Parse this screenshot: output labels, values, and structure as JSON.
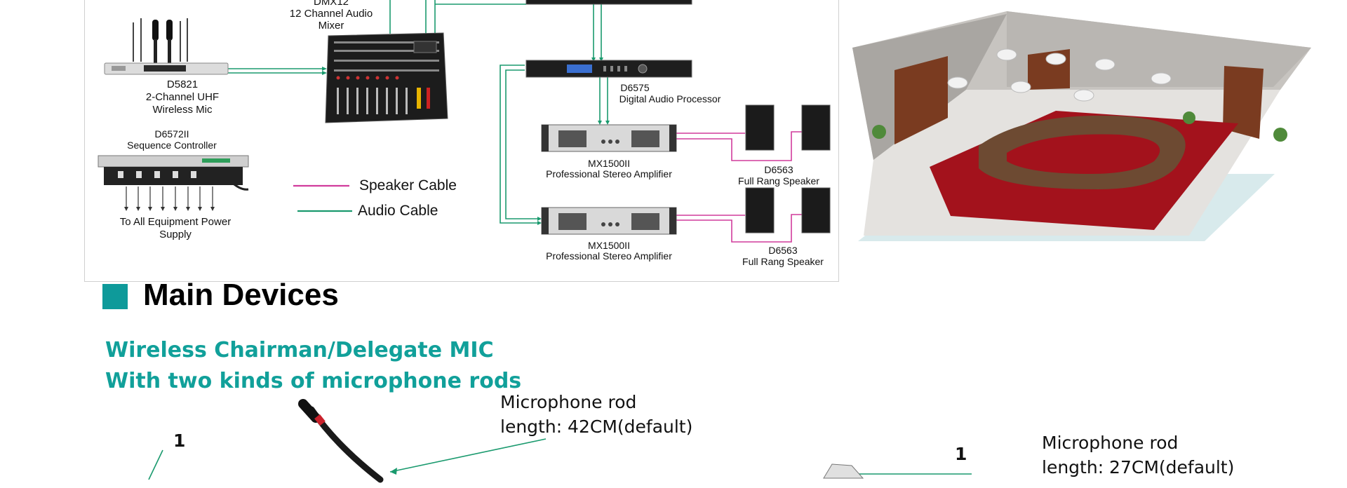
{
  "diagram": {
    "mixer_model": "DMX12",
    "mixer_desc_1": "12 Channel  Audio",
    "mixer_desc_2": "Mixer",
    "wireless_model": "D5821",
    "wireless_desc_1": "2-Channel UHF",
    "wireless_desc_2": "Wireless Mic",
    "sequencer_model": "D6572II",
    "sequencer_desc": "Sequence Controller",
    "power_desc_1": "To All Equipment Power",
    "power_desc_2": "Supply",
    "processor_model": "D6575",
    "processor_desc": "Digital Audio Processor",
    "amp1_model": "MX1500II",
    "amp1_desc": "Professional Stereo Amplifier",
    "amp2_model": "MX1500II",
    "amp2_desc": "Professional Stereo Amplifier",
    "speaker1_model": "D6563",
    "speaker1_desc": "Full Rang Speaker",
    "speaker2_model": "D6563",
    "speaker2_desc": "Full Rang Speaker",
    "legend_speaker": "Speaker Cable",
    "legend_audio": "Audio Cable"
  },
  "colors": {
    "speaker_cable": "#d13c9c",
    "audio_cable": "#1a9a6e",
    "accent_teal": "#0e9a9a",
    "carpet": "#a3121c"
  },
  "section": {
    "title": "Main Devices"
  },
  "product": {
    "heading_1": "Wireless Chairman/Delegate MIC",
    "heading_2": "With two kinds of microphone rods",
    "rod1_line1": "Microphone rod",
    "rod1_line2": "length:  42CM(default)",
    "rod2_line1": "Microphone rod",
    "rod2_line2": "length:  27CM(default)",
    "callout_1": "1",
    "callout_2": "1"
  }
}
